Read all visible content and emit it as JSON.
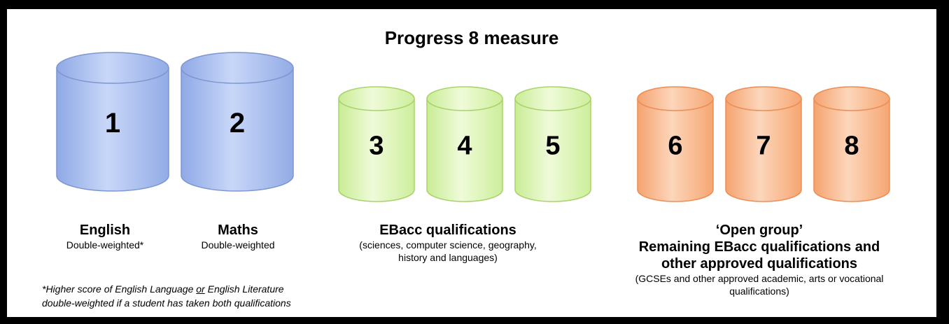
{
  "title": "Progress 8 measure",
  "colors": {
    "blue": "#a8bff0",
    "green": "#ddf5b6",
    "orange": "#f9b98e"
  },
  "buckets": [
    {
      "number": "1",
      "group": "english"
    },
    {
      "number": "2",
      "group": "maths"
    },
    {
      "number": "3",
      "group": "ebacc"
    },
    {
      "number": "4",
      "group": "ebacc"
    },
    {
      "number": "5",
      "group": "ebacc"
    },
    {
      "number": "6",
      "group": "open"
    },
    {
      "number": "7",
      "group": "open"
    },
    {
      "number": "8",
      "group": "open"
    }
  ],
  "groups": {
    "english": {
      "heading": "English",
      "sub": "Double-weighted*"
    },
    "maths": {
      "heading": "Maths",
      "sub": "Double-weighted"
    },
    "ebacc": {
      "heading": "EBacc qualifications",
      "sub_line1": "(sciences, computer science, geography,",
      "sub_line2": "history and languages)"
    },
    "open": {
      "heading_line1": "‘Open group’",
      "heading_line2": "Remaining EBacc qualifications and",
      "heading_line3": "other approved qualifications",
      "sub_line1": "(GCSEs and other approved academic, arts or vocational",
      "sub_line2": "qualifications)"
    }
  },
  "footnote": {
    "line1_before": "*Higher score of English Language ",
    "line1_or": "or",
    "line1_after": " English Literature",
    "line2": "double-weighted if a student has taken both qualifications"
  }
}
